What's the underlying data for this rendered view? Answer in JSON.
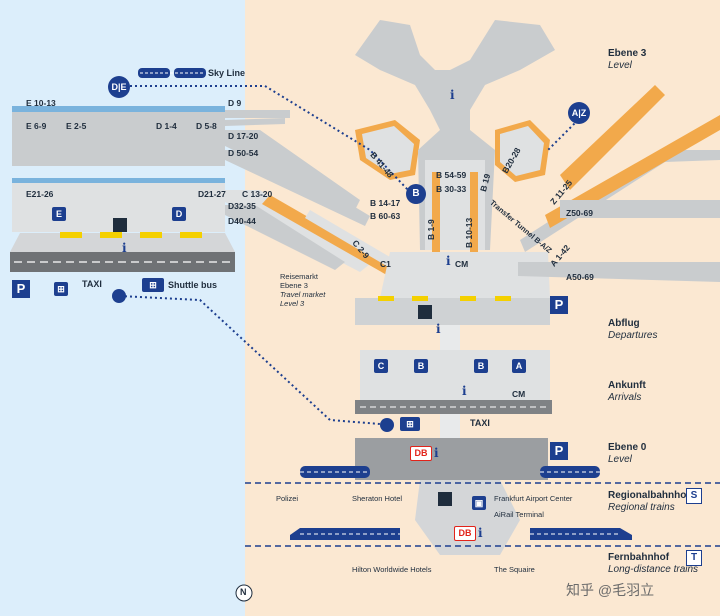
{
  "levels": {
    "ebene3": {
      "title": "Ebene 3",
      "subtitle": "Level"
    },
    "abflug": {
      "title": "Abflug",
      "subtitle": "Departures"
    },
    "ankunft": {
      "title": "Ankunft",
      "subtitle": "Arrivals"
    },
    "ebene0": {
      "title": "Ebene 0",
      "subtitle": "Level"
    },
    "regional": {
      "title": "Regionalbahnhof",
      "subtitle": "Regional trains",
      "badge": "S"
    },
    "fern": {
      "title": "Fernbahnhof",
      "subtitle": "Long-distance trains",
      "badge": "T"
    }
  },
  "terminal2": {
    "gates": [
      "E 10-13",
      "D 9",
      "E 6-9",
      "E 2-5",
      "D 1-4",
      "D 5-8",
      "D 17-20",
      "D 50-54",
      "E21-26",
      "D21-27",
      "C 13-20",
      "D32-35",
      "D40-44"
    ],
    "pier_badges": [
      "E",
      "D"
    ]
  },
  "terminal1": {
    "gates": [
      "B 41-48",
      "B 54-59",
      "B 30-33",
      "B 14-17",
      "B 60-63",
      "B20-28",
      "B 19",
      "B 1-9",
      "B 10-13",
      "C 2-9",
      "C1",
      "Z 11-25",
      "Z50-69",
      "A 1-42",
      "A50-69"
    ],
    "tunnel": "Transfer Tunnel B-A/Z"
  },
  "badges": {
    "de": "D|E",
    "az": "A|Z",
    "b": "B",
    "n": "N",
    "cm": "CM",
    "info": "i"
  },
  "labels": {
    "skyline": "Sky Line",
    "taxi": "TAXI",
    "shuttle": "Shuttle bus",
    "parking": "P",
    "reisemarkt_1": "Reisemarkt",
    "reisemarkt_2": "Ebene 3",
    "reisemarkt_3": "Travel market",
    "reisemarkt_4": "Level 3",
    "taxi2": "TAXI",
    "db": "DB",
    "polizei": "Polizei",
    "sheraton": "Sheraton Hotel",
    "fac": "Frankfurt Airport Center",
    "airail": "AiRail Terminal",
    "hilton": "Hilton Worldwide Hotels",
    "squaire": "The Squaire"
  },
  "arrival_badges": [
    "C",
    "B",
    "B",
    "A"
  ],
  "watermark": "知乎 @毛羽立",
  "colors": {
    "accent": "#f2a94b",
    "navy": "#1d3f8f",
    "blueZone": "#dceefb",
    "peachZone": "#fbe8d2",
    "grey": "#cfd2d4",
    "dark": "#7f8285"
  }
}
